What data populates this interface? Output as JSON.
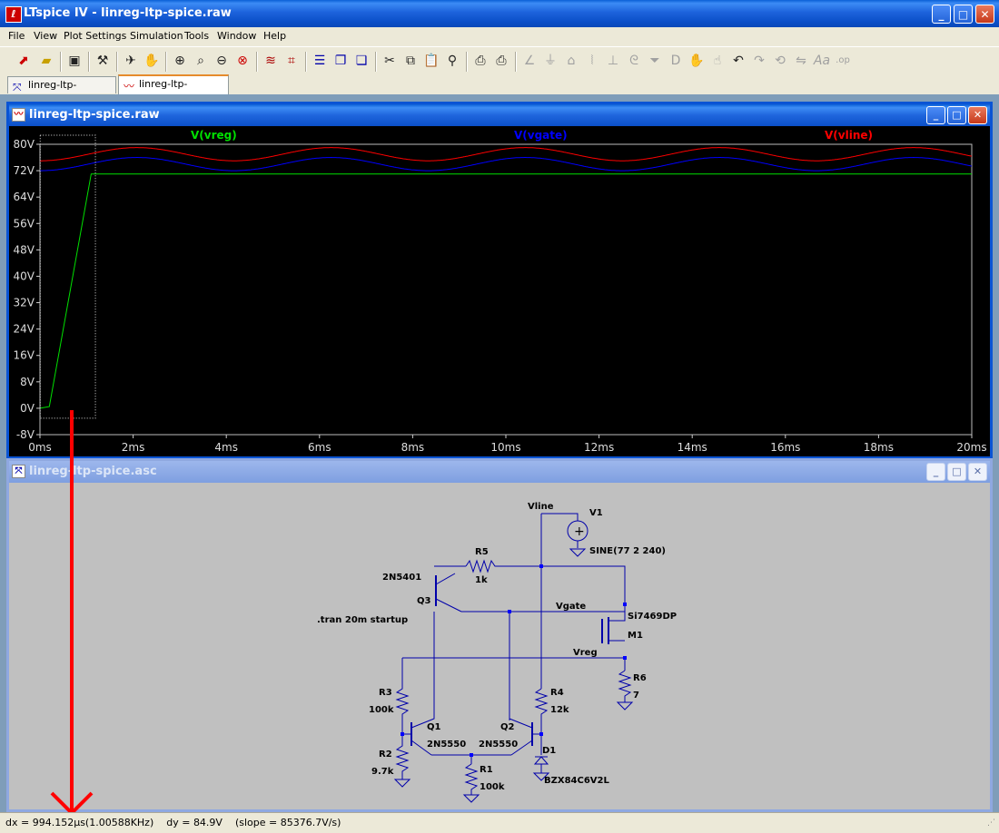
{
  "window": {
    "title": "LTspice IV - linreg-ltp-spice.raw",
    "app_icon": "ltspice-logo-icon",
    "min_label": "_",
    "max_label": "□",
    "close_label": "✕"
  },
  "menu": [
    "File",
    "View",
    "Plot Settings",
    "Simulation",
    "Tools",
    "Window",
    "Help"
  ],
  "toolbar": {
    "icons": [
      "new-schematic-icon",
      "open-icon",
      "save-icon",
      "control-panel-icon",
      "run-icon",
      "halt-icon",
      "zoom-in-icon",
      "zoom-area-icon",
      "zoom-out-icon",
      "zoom-fit-icon",
      "autorange-icon",
      "add-trace-icon",
      "tile-horizontal-icon",
      "cascade-icon",
      "tile-vertical-icon",
      "cut-icon",
      "copy-icon",
      "paste-icon",
      "find-icon",
      "print-preview-icon",
      "print-icon",
      "wire-icon",
      "ground-icon",
      "label-icon",
      "resistor-icon",
      "capacitor-icon",
      "inductor-icon",
      "diode-icon",
      "component-icon",
      "move-icon",
      "drag-icon",
      "undo-icon",
      "redo-icon",
      "rotate-icon",
      "mirror-icon",
      "text-icon",
      "spice-directive-icon"
    ]
  },
  "tabs": [
    {
      "label": "linreg-ltp-spice.asc",
      "icon": "schematic-icon"
    },
    {
      "label": "linreg-ltp-spice.raw",
      "icon": "waveform-icon"
    }
  ],
  "waveform_window": {
    "title": "linreg-ltp-spice.raw",
    "chart_data": {
      "type": "line",
      "series": [
        {
          "name": "V(vreg)",
          "color": "#00e000",
          "points": [
            [
              0,
              0
            ],
            [
              0.2,
              0.5
            ],
            [
              1.1,
              71
            ],
            [
              20,
              71
            ]
          ]
        },
        {
          "name": "V(vgate)",
          "color": "#0000ff",
          "description_points": "sine offset 74, amplitude 2, 240Hz",
          "offset": 74,
          "amplitude": 2,
          "freq_hz": 240
        },
        {
          "name": "V(vline)",
          "color": "#ff0000",
          "offset": 77,
          "amplitude": 2,
          "freq_hz": 240
        }
      ],
      "x_ticks": [
        "0ms",
        "2ms",
        "4ms",
        "6ms",
        "8ms",
        "10ms",
        "12ms",
        "14ms",
        "16ms",
        "18ms",
        "20ms"
      ],
      "y_ticks": [
        "80V",
        "72V",
        "64V",
        "56V",
        "48V",
        "40V",
        "32V",
        "24V",
        "16V",
        "8V",
        "0V",
        "-8V"
      ],
      "xlim": [
        0,
        20
      ],
      "ylim": [
        -8,
        80
      ],
      "cursor_box": {
        "x0_ms": 0.2,
        "x1_ms": 1.19
      }
    }
  },
  "schematic_window": {
    "title": "linreg-ltp-spice.asc",
    "labels": {
      "vline": "Vline",
      "v1": "V1",
      "v1_value": "SINE(77 2 240)",
      "r5": "R5",
      "r5_value": "1k",
      "q3_model": "2N5401",
      "q3": "Q3",
      "vgate": "Vgate",
      "m1_model": "Si7469DP",
      "m1": "M1",
      "directive": ".tran 20m startup",
      "vreg": "Vreg",
      "r6": "R6",
      "r6_value": "7",
      "r3": "R3",
      "r3_value": "100k",
      "r4": "R4",
      "r4_value": "12k",
      "q1": "Q1",
      "q1_model": "2N5550",
      "q2": "Q2",
      "q2_model": "2N5550",
      "r2": "R2",
      "r2_value": "9.7k",
      "d1": "D1",
      "r1": "R1",
      "r1_value": "100k",
      "d1_model": "BZX84C6V2L"
    }
  },
  "status": "dx = 994.152µs(1.00588KHz)    dy = 84.9V    (slope = 85376.7V/s)",
  "annotation_color": "#ff0000"
}
